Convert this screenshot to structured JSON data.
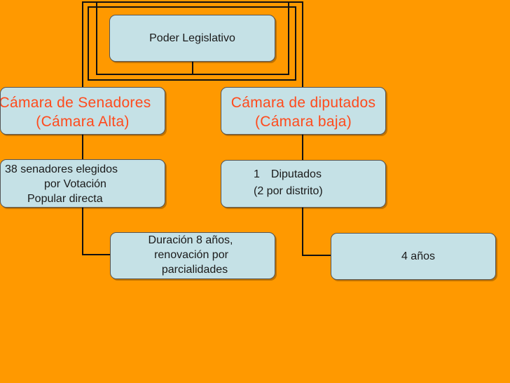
{
  "nodes": {
    "root": {
      "label": "Poder Legislativo"
    },
    "senadores": {
      "line1": "Cámara de Senadores",
      "line2": "(Cámara Alta)"
    },
    "diputados": {
      "line1": "Cámara de diputados",
      "line2": "(Cámara baja)"
    },
    "senadores_info": {
      "line1": "38 senadores elegidos",
      "line2": "por Votación",
      "line3": "Popular directa"
    },
    "diputados_info": {
      "line1_num": "1",
      "line1_text": "Diputados",
      "line2": "(2 por distrito)"
    },
    "senadores_duracion": {
      "line1": "Duración 8 años,",
      "line2": "renovación por",
      "line3": "parcialidades"
    },
    "diputados_duracion": {
      "label": "4 años"
    }
  },
  "colors": {
    "background": "#ff9900",
    "box_fill": "#c5e1e6",
    "chamber_text": "#ff4a1c",
    "connector": "#111111"
  }
}
